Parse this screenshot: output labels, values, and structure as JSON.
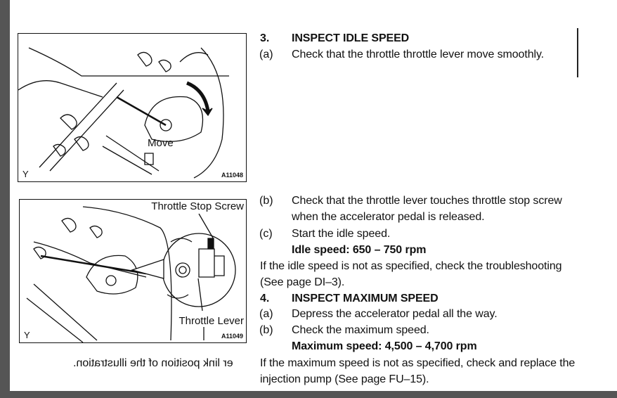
{
  "figures": [
    {
      "id": "A11048",
      "labels": [
        "Move"
      ],
      "corner": "Y"
    },
    {
      "id": "A11049",
      "labels": [
        "Throttle Stop Screw",
        "Throttle Lever"
      ],
      "corner": "Y"
    }
  ],
  "mirrored_text": "er link position of the illustration.",
  "steps": [
    {
      "num": "3.",
      "title": "INSPECT IDLE SPEED"
    },
    {
      "num": "4.",
      "title": "INSPECT MAXIMUM SPEED"
    }
  ],
  "step3": {
    "a": {
      "mark": "(a)",
      "text": "Check that the throttle throttle lever move smoothly."
    },
    "b": {
      "mark": "(b)",
      "line1": "Check that the throttle lever touches throttle stop screw",
      "line2": "when the accelerator pedal is released."
    },
    "c": {
      "mark": "(c)",
      "text": "Start the idle speed."
    },
    "spec": "Idle speed: 650 – 750 rpm",
    "note1": "If the idle speed is not as specified, check the troubleshooting",
    "note2": "(See page DI–3)."
  },
  "step4": {
    "a": {
      "mark": "(a)",
      "text": "Depress the accelerator pedal all the way."
    },
    "b": {
      "mark": "(b)",
      "text": "Check the maximum speed."
    },
    "spec": "Maximum speed: 4,500 – 4,700 rpm",
    "note1": "If the maximum speed is not as specified, check and replace the",
    "note2": "injection pump (See page FU–15)."
  }
}
